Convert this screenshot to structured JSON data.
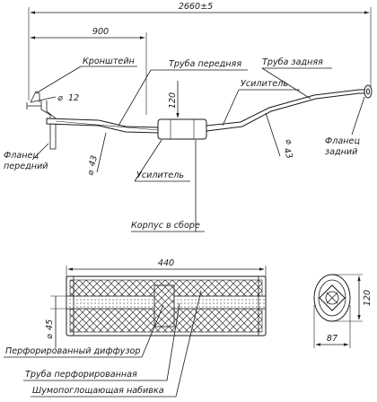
{
  "dimensions": {
    "overall_length": "2660±5",
    "front_pipe_length": "900",
    "flange_hole_diameter": "12",
    "resonator_height": "120",
    "front_pipe_diameter": "43",
    "rear_pipe_diameter": "43",
    "section_length": "440",
    "inner_pipe_diameter": "45",
    "oval_height": "120",
    "oval_width": "87"
  },
  "labels": {
    "bracket": "Кронштейн",
    "front_pipe": "Труба передняя",
    "rear_pipe": "Труба задняя",
    "reinforcement_top": "Усилитель",
    "front_flange_line1": "Фланец",
    "front_flange_line2": "передний",
    "rear_flange_line1": "Фланец",
    "rear_flange_line2": "задний",
    "reinforcement_bottom": "Усилитель",
    "housing_assembly": "Корпус в сборе",
    "perforated_diffuser": "Перфорированный диффузор",
    "perforated_pipe": "Труба перфорированная",
    "sound_absorbing_packing": "Шумопоглощающая набивка"
  },
  "symbols": {
    "diameter": "⌀"
  }
}
